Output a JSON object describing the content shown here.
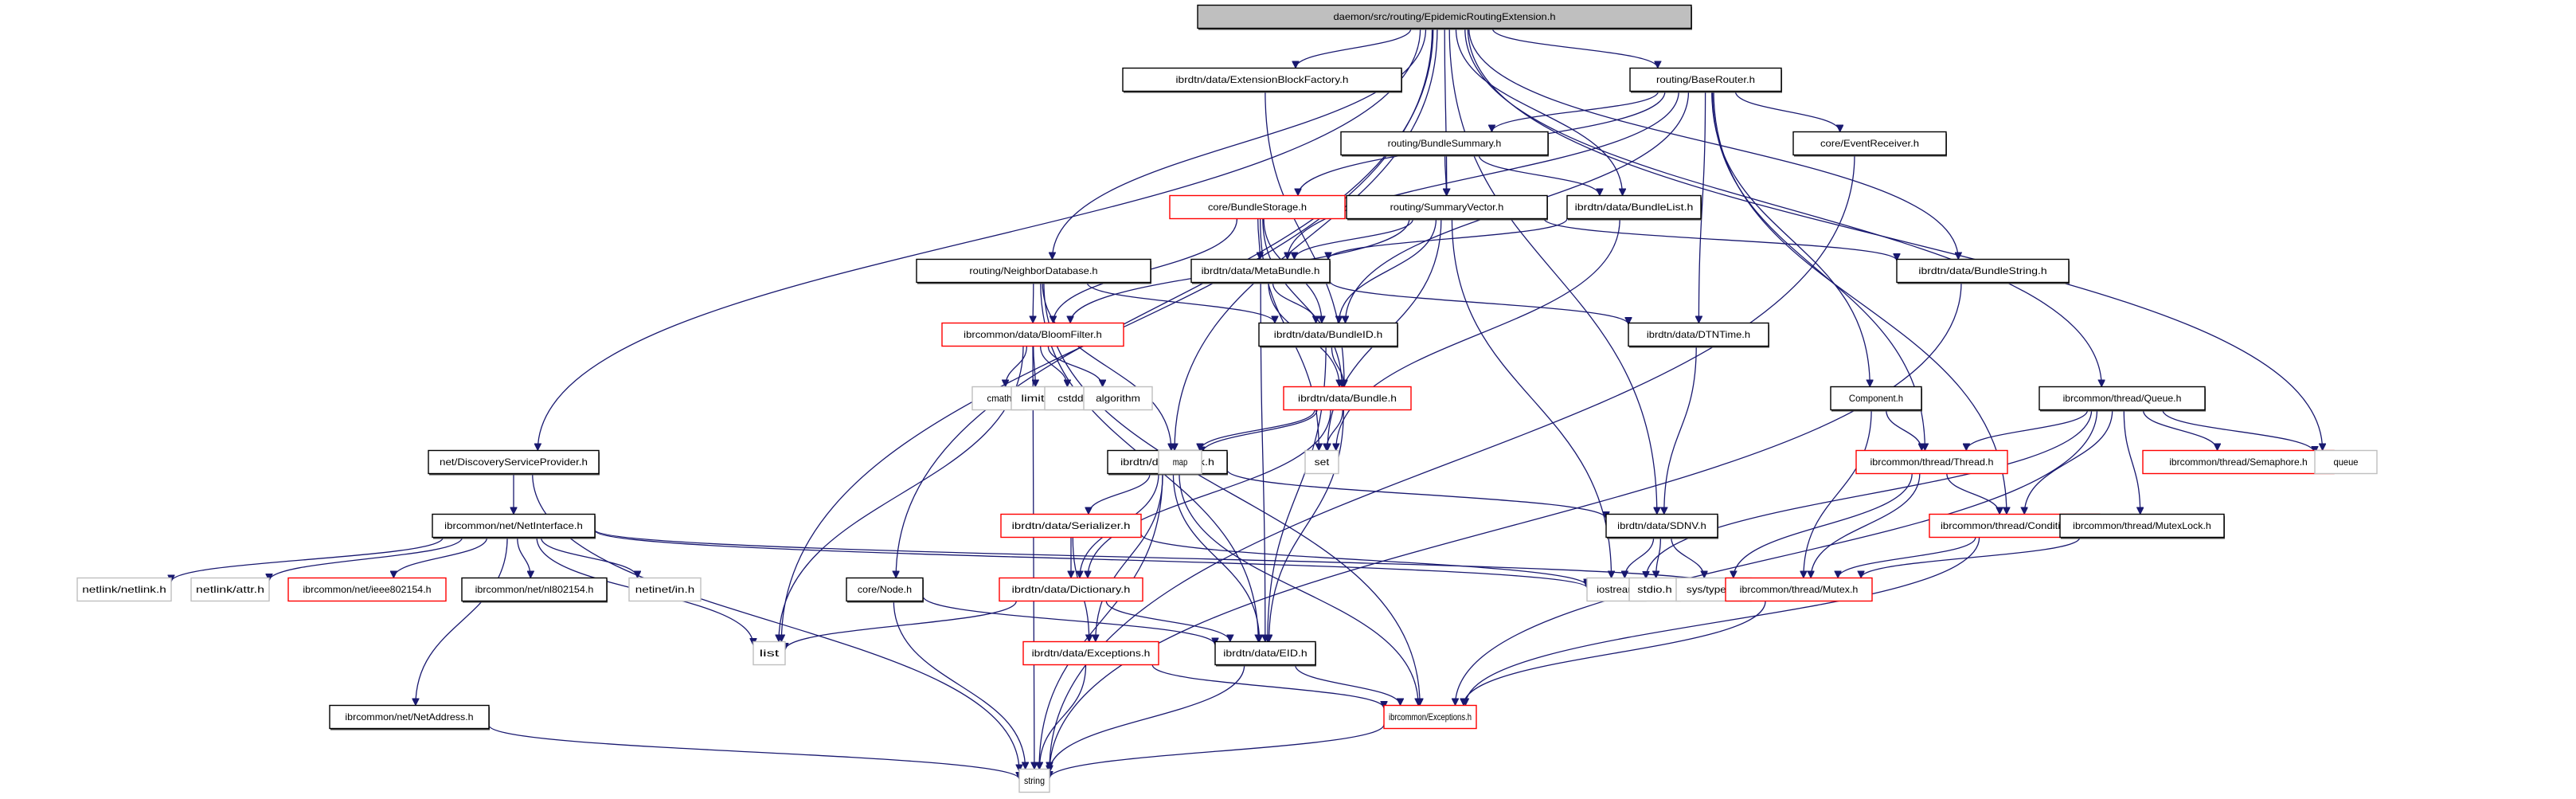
{
  "title": "daemon/src/routing/EpidemicRoutingExtension.h",
  "colors": {
    "edge": "#191970",
    "root_fill": "#bfbfbf",
    "normal_border": "#000000",
    "truncated_border": "#ff0000",
    "external_border": "#bfbfbf",
    "node_fill": "#ffffff"
  },
  "legend": {
    "root": "the documented file (grey fill)",
    "normal": "documented include (black border)",
    "truncated": "include graph truncated (red border)",
    "external": "undocumented/system include (grey border)"
  },
  "nodes": [
    {
      "id": "root",
      "label": "daemon/src/routing/EpidemicRoutingExtension.h",
      "kind": "root"
    },
    {
      "id": "extblockfactory",
      "label": "ibrdtn/data/ExtensionBlockFactory.h",
      "kind": "normal"
    },
    {
      "id": "baserouter",
      "label": "routing/BaseRouter.h",
      "kind": "normal"
    },
    {
      "id": "bundlesummary",
      "label": "routing/BundleSummary.h",
      "kind": "normal"
    },
    {
      "id": "eventreceiver",
      "label": "core/EventReceiver.h",
      "kind": "normal"
    },
    {
      "id": "bundlestorage",
      "label": "core/BundleStorage.h",
      "kind": "truncated"
    },
    {
      "id": "summaryvector",
      "label": "routing/SummaryVector.h",
      "kind": "normal"
    },
    {
      "id": "bundlelist",
      "label": "ibrdtn/data/BundleList.h",
      "kind": "normal"
    },
    {
      "id": "neighbordb",
      "label": "routing/NeighborDatabase.h",
      "kind": "normal"
    },
    {
      "id": "metabundle",
      "label": "ibrdtn/data/MetaBundle.h",
      "kind": "normal"
    },
    {
      "id": "bundlestring",
      "label": "ibrdtn/data/BundleString.h",
      "kind": "normal"
    },
    {
      "id": "bloomfilter",
      "label": "ibrcommon/data/BloomFilter.h",
      "kind": "truncated"
    },
    {
      "id": "bundleid",
      "label": "ibrdtn/data/BundleID.h",
      "kind": "normal"
    },
    {
      "id": "dtntime",
      "label": "ibrdtn/data/DTNTime.h",
      "kind": "normal"
    },
    {
      "id": "cmath",
      "label": "cmath",
      "kind": "external"
    },
    {
      "id": "limits",
      "label": "limits",
      "kind": "external"
    },
    {
      "id": "cstddef",
      "label": "cstddef",
      "kind": "external"
    },
    {
      "id": "algorithm",
      "label": "algorithm",
      "kind": "external"
    },
    {
      "id": "bundle",
      "label": "ibrdtn/data/Bundle.h",
      "kind": "truncated"
    },
    {
      "id": "component",
      "label": "Component.h",
      "kind": "normal"
    },
    {
      "id": "queue_h",
      "label": "ibrcommon/thread/Queue.h",
      "kind": "normal"
    },
    {
      "id": "discovery",
      "label": "net/DiscoveryServiceProvider.h",
      "kind": "normal"
    },
    {
      "id": "block",
      "label": "ibrdtn/data/Block.h",
      "kind": "normal"
    },
    {
      "id": "map",
      "label": "map",
      "kind": "external"
    },
    {
      "id": "set",
      "label": "set",
      "kind": "external"
    },
    {
      "id": "thread",
      "label": "ibrcommon/thread/Thread.h",
      "kind": "truncated"
    },
    {
      "id": "semaphore",
      "label": "ibrcommon/thread/Semaphore.h",
      "kind": "truncated"
    },
    {
      "id": "queue",
      "label": "queue",
      "kind": "external"
    },
    {
      "id": "netinterface",
      "label": "ibrcommon/net/NetInterface.h",
      "kind": "normal"
    },
    {
      "id": "serializer",
      "label": "ibrdtn/data/Serializer.h",
      "kind": "truncated"
    },
    {
      "id": "sdnv",
      "label": "ibrdtn/data/SDNV.h",
      "kind": "normal"
    },
    {
      "id": "conditional",
      "label": "ibrcommon/thread/Conditional.h",
      "kind": "truncated"
    },
    {
      "id": "mutexlock",
      "label": "ibrcommon/thread/MutexLock.h",
      "kind": "normal"
    },
    {
      "id": "netlink",
      "label": "netlink/netlink.h",
      "kind": "external"
    },
    {
      "id": "attr",
      "label": "netlink/attr.h",
      "kind": "external"
    },
    {
      "id": "ieee802154",
      "label": "ibrcommon/net/ieee802154.h",
      "kind": "truncated"
    },
    {
      "id": "nl802154",
      "label": "ibrcommon/net/nl802154.h",
      "kind": "normal"
    },
    {
      "id": "netinet",
      "label": "netinet/in.h",
      "kind": "external"
    },
    {
      "id": "node",
      "label": "core/Node.h",
      "kind": "normal"
    },
    {
      "id": "dictionary",
      "label": "ibrdtn/data/Dictionary.h",
      "kind": "truncated"
    },
    {
      "id": "iostream",
      "label": "iostream",
      "kind": "external"
    },
    {
      "id": "stdio",
      "label": "stdio.h",
      "kind": "external"
    },
    {
      "id": "systypes",
      "label": "sys/types.h",
      "kind": "external"
    },
    {
      "id": "mutex",
      "label": "ibrcommon/thread/Mutex.h",
      "kind": "truncated"
    },
    {
      "id": "list",
      "label": "list",
      "kind": "external"
    },
    {
      "id": "dataexceptions",
      "label": "ibrdtn/data/Exceptions.h",
      "kind": "truncated"
    },
    {
      "id": "eid",
      "label": "ibrdtn/data/EID.h",
      "kind": "normal"
    },
    {
      "id": "netaddress",
      "label": "ibrcommon/net/NetAddress.h",
      "kind": "normal"
    },
    {
      "id": "exceptions",
      "label": "ibrcommon/Exceptions.h",
      "kind": "truncated"
    },
    {
      "id": "string",
      "label": "string",
      "kind": "external"
    }
  ],
  "edges": [
    [
      "root",
      "extblockfactory"
    ],
    [
      "root",
      "baserouter"
    ],
    [
      "root",
      "summaryvector"
    ],
    [
      "root",
      "bundlelist"
    ],
    [
      "root",
      "neighbordb"
    ],
    [
      "root",
      "bundlestring"
    ],
    [
      "root",
      "queue_h"
    ],
    [
      "root",
      "queue"
    ],
    [
      "root",
      "discovery"
    ],
    [
      "root",
      "block"
    ],
    [
      "root",
      "node"
    ],
    [
      "root",
      "list"
    ],
    [
      "root",
      "sdnv"
    ],
    [
      "extblockfactory",
      "bundle"
    ],
    [
      "baserouter",
      "bundlesummary"
    ],
    [
      "baserouter",
      "eventreceiver"
    ],
    [
      "baserouter",
      "bundlestorage"
    ],
    [
      "baserouter",
      "metabundle"
    ],
    [
      "baserouter",
      "bundleid"
    ],
    [
      "baserouter",
      "dtntime"
    ],
    [
      "baserouter",
      "component"
    ],
    [
      "baserouter",
      "thread"
    ],
    [
      "baserouter",
      "conditional"
    ],
    [
      "bundlesummary",
      "summaryvector"
    ],
    [
      "bundlesummary",
      "bundlelist"
    ],
    [
      "eventreceiver",
      "string"
    ],
    [
      "bundlestorage",
      "bloomfilter"
    ],
    [
      "bundlestorage",
      "metabundle"
    ],
    [
      "bundlestorage",
      "bundleid"
    ],
    [
      "bundlestorage",
      "bundle"
    ],
    [
      "bundlestorage",
      "set"
    ],
    [
      "summaryvector",
      "bloomfilter"
    ],
    [
      "summaryvector",
      "metabundle"
    ],
    [
      "summaryvector",
      "bundleid"
    ],
    [
      "summaryvector",
      "bundlestring"
    ],
    [
      "summaryvector",
      "set"
    ],
    [
      "summaryvector",
      "iostream"
    ],
    [
      "bundlelist",
      "metabundle"
    ],
    [
      "bundlelist",
      "set"
    ],
    [
      "neighbordb",
      "bloomfilter"
    ],
    [
      "neighbordb",
      "bundleid"
    ],
    [
      "neighbordb",
      "map"
    ],
    [
      "neighbordb",
      "exceptions"
    ],
    [
      "neighbordb",
      "eid"
    ],
    [
      "metabundle",
      "bundleid"
    ],
    [
      "metabundle",
      "bundle"
    ],
    [
      "metabundle",
      "dtntime"
    ],
    [
      "metabundle",
      "eid"
    ],
    [
      "bundlestring",
      "string"
    ],
    [
      "bloomfilter",
      "cmath"
    ],
    [
      "bloomfilter",
      "limits"
    ],
    [
      "bloomfilter",
      "cstddef"
    ],
    [
      "bloomfilter",
      "algorithm"
    ],
    [
      "bloomfilter",
      "string"
    ],
    [
      "bloomfilter",
      "list"
    ],
    [
      "bundleid",
      "bundle"
    ],
    [
      "bundleid",
      "eid"
    ],
    [
      "dtntime",
      "sdnv"
    ],
    [
      "bundle",
      "block"
    ],
    [
      "bundle",
      "map"
    ],
    [
      "bundle",
      "set"
    ],
    [
      "bundle",
      "eid"
    ],
    [
      "bundle",
      "dictionary"
    ],
    [
      "component",
      "thread"
    ],
    [
      "component",
      "mutex"
    ],
    [
      "queue_h",
      "thread"
    ],
    [
      "queue_h",
      "semaphore"
    ],
    [
      "queue_h",
      "queue"
    ],
    [
      "queue_h",
      "conditional"
    ],
    [
      "queue_h",
      "mutexlock"
    ],
    [
      "queue_h",
      "iostream"
    ],
    [
      "queue_h",
      "exceptions"
    ],
    [
      "discovery",
      "netinterface"
    ],
    [
      "discovery",
      "string"
    ],
    [
      "block",
      "serializer"
    ],
    [
      "block",
      "dictionary"
    ],
    [
      "block",
      "sdnv"
    ],
    [
      "block",
      "eid"
    ],
    [
      "block",
      "dataexceptions"
    ],
    [
      "block",
      "string"
    ],
    [
      "block",
      "exceptions"
    ],
    [
      "thread",
      "conditional"
    ],
    [
      "thread",
      "mutex"
    ],
    [
      "thread",
      "systypes"
    ],
    [
      "netinterface",
      "netlink"
    ],
    [
      "netinterface",
      "attr"
    ],
    [
      "netinterface",
      "ieee802154"
    ],
    [
      "netinterface",
      "nl802154"
    ],
    [
      "netinterface",
      "netinet"
    ],
    [
      "netinterface",
      "list"
    ],
    [
      "netinterface",
      "netaddress"
    ],
    [
      "netinterface",
      "iostream"
    ],
    [
      "netinterface",
      "mutex"
    ],
    [
      "serializer",
      "dictionary"
    ],
    [
      "serializer",
      "dataexceptions"
    ],
    [
      "serializer",
      "iostream"
    ],
    [
      "sdnv",
      "iostream"
    ],
    [
      "sdnv",
      "stdio"
    ],
    [
      "sdnv",
      "systypes"
    ],
    [
      "conditional",
      "mutex"
    ],
    [
      "conditional",
      "exceptions"
    ],
    [
      "mutexlock",
      "mutex"
    ],
    [
      "node",
      "eid"
    ],
    [
      "node",
      "string"
    ],
    [
      "dictionary",
      "eid"
    ],
    [
      "dictionary",
      "list"
    ],
    [
      "dataexceptions",
      "exceptions"
    ],
    [
      "dataexceptions",
      "string"
    ],
    [
      "eid",
      "exceptions"
    ],
    [
      "eid",
      "string"
    ],
    [
      "netaddress",
      "string"
    ],
    [
      "mutex",
      "exceptions"
    ],
    [
      "exceptions",
      "string"
    ]
  ]
}
